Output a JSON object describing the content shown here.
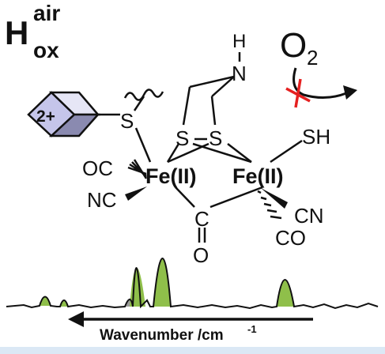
{
  "title": {
    "main": "H",
    "superscript": "air",
    "subscript": "ox"
  },
  "cluster": {
    "charge": "2+"
  },
  "labels": {
    "nh": {
      "h": "H",
      "n": "N"
    },
    "s_left": "S",
    "s_bridge_left": "S",
    "s_bridge_right": "S",
    "sh": "SH",
    "oc_left": "OC",
    "nc_left": "NC",
    "fe_left": "Fe(II)",
    "fe_right": "Fe(II)",
    "c_bridge": "C",
    "o_bridge": "O",
    "cn_right": "CN",
    "co_right": "CO"
  },
  "oxygen": {
    "letter": "O",
    "subscript": "2"
  },
  "spectrum": {
    "axis_label": "Wavenumber /cm",
    "axis_superscript": "-1"
  },
  "colors": {
    "peak_fill": "#8fbf4a",
    "gray_fill": "#9a9a9a",
    "inhibit_mark": "#e52020",
    "bond": "#111111",
    "cube_face": "#c5c5ea",
    "cube_side": "#8a8ab0",
    "bottom_bar": "#dbe8f5"
  }
}
